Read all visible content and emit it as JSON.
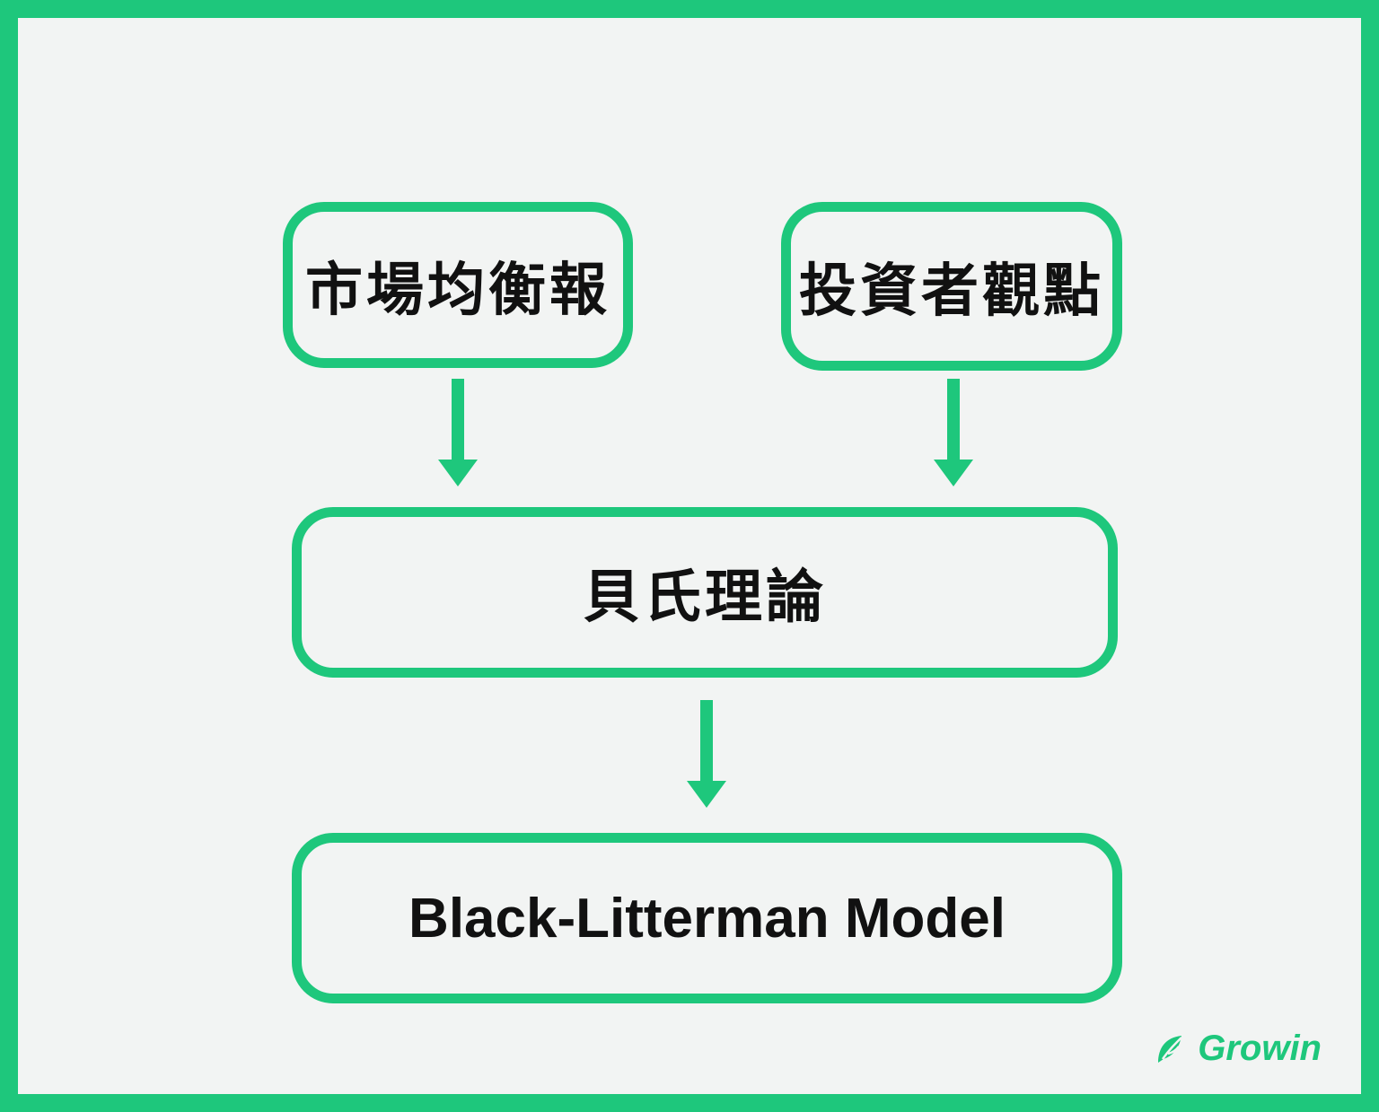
{
  "nodes": {
    "market_equilibrium": "市場均衡報",
    "investor_views": "投資者觀點",
    "bayesian_theory": "貝氏理論",
    "black_litterman": "Black-Litterman Model"
  },
  "brand": {
    "logo_text": "Growin"
  },
  "colors": {
    "green": "#1EC77C",
    "background": "#F2F4F3",
    "text": "#111111"
  }
}
